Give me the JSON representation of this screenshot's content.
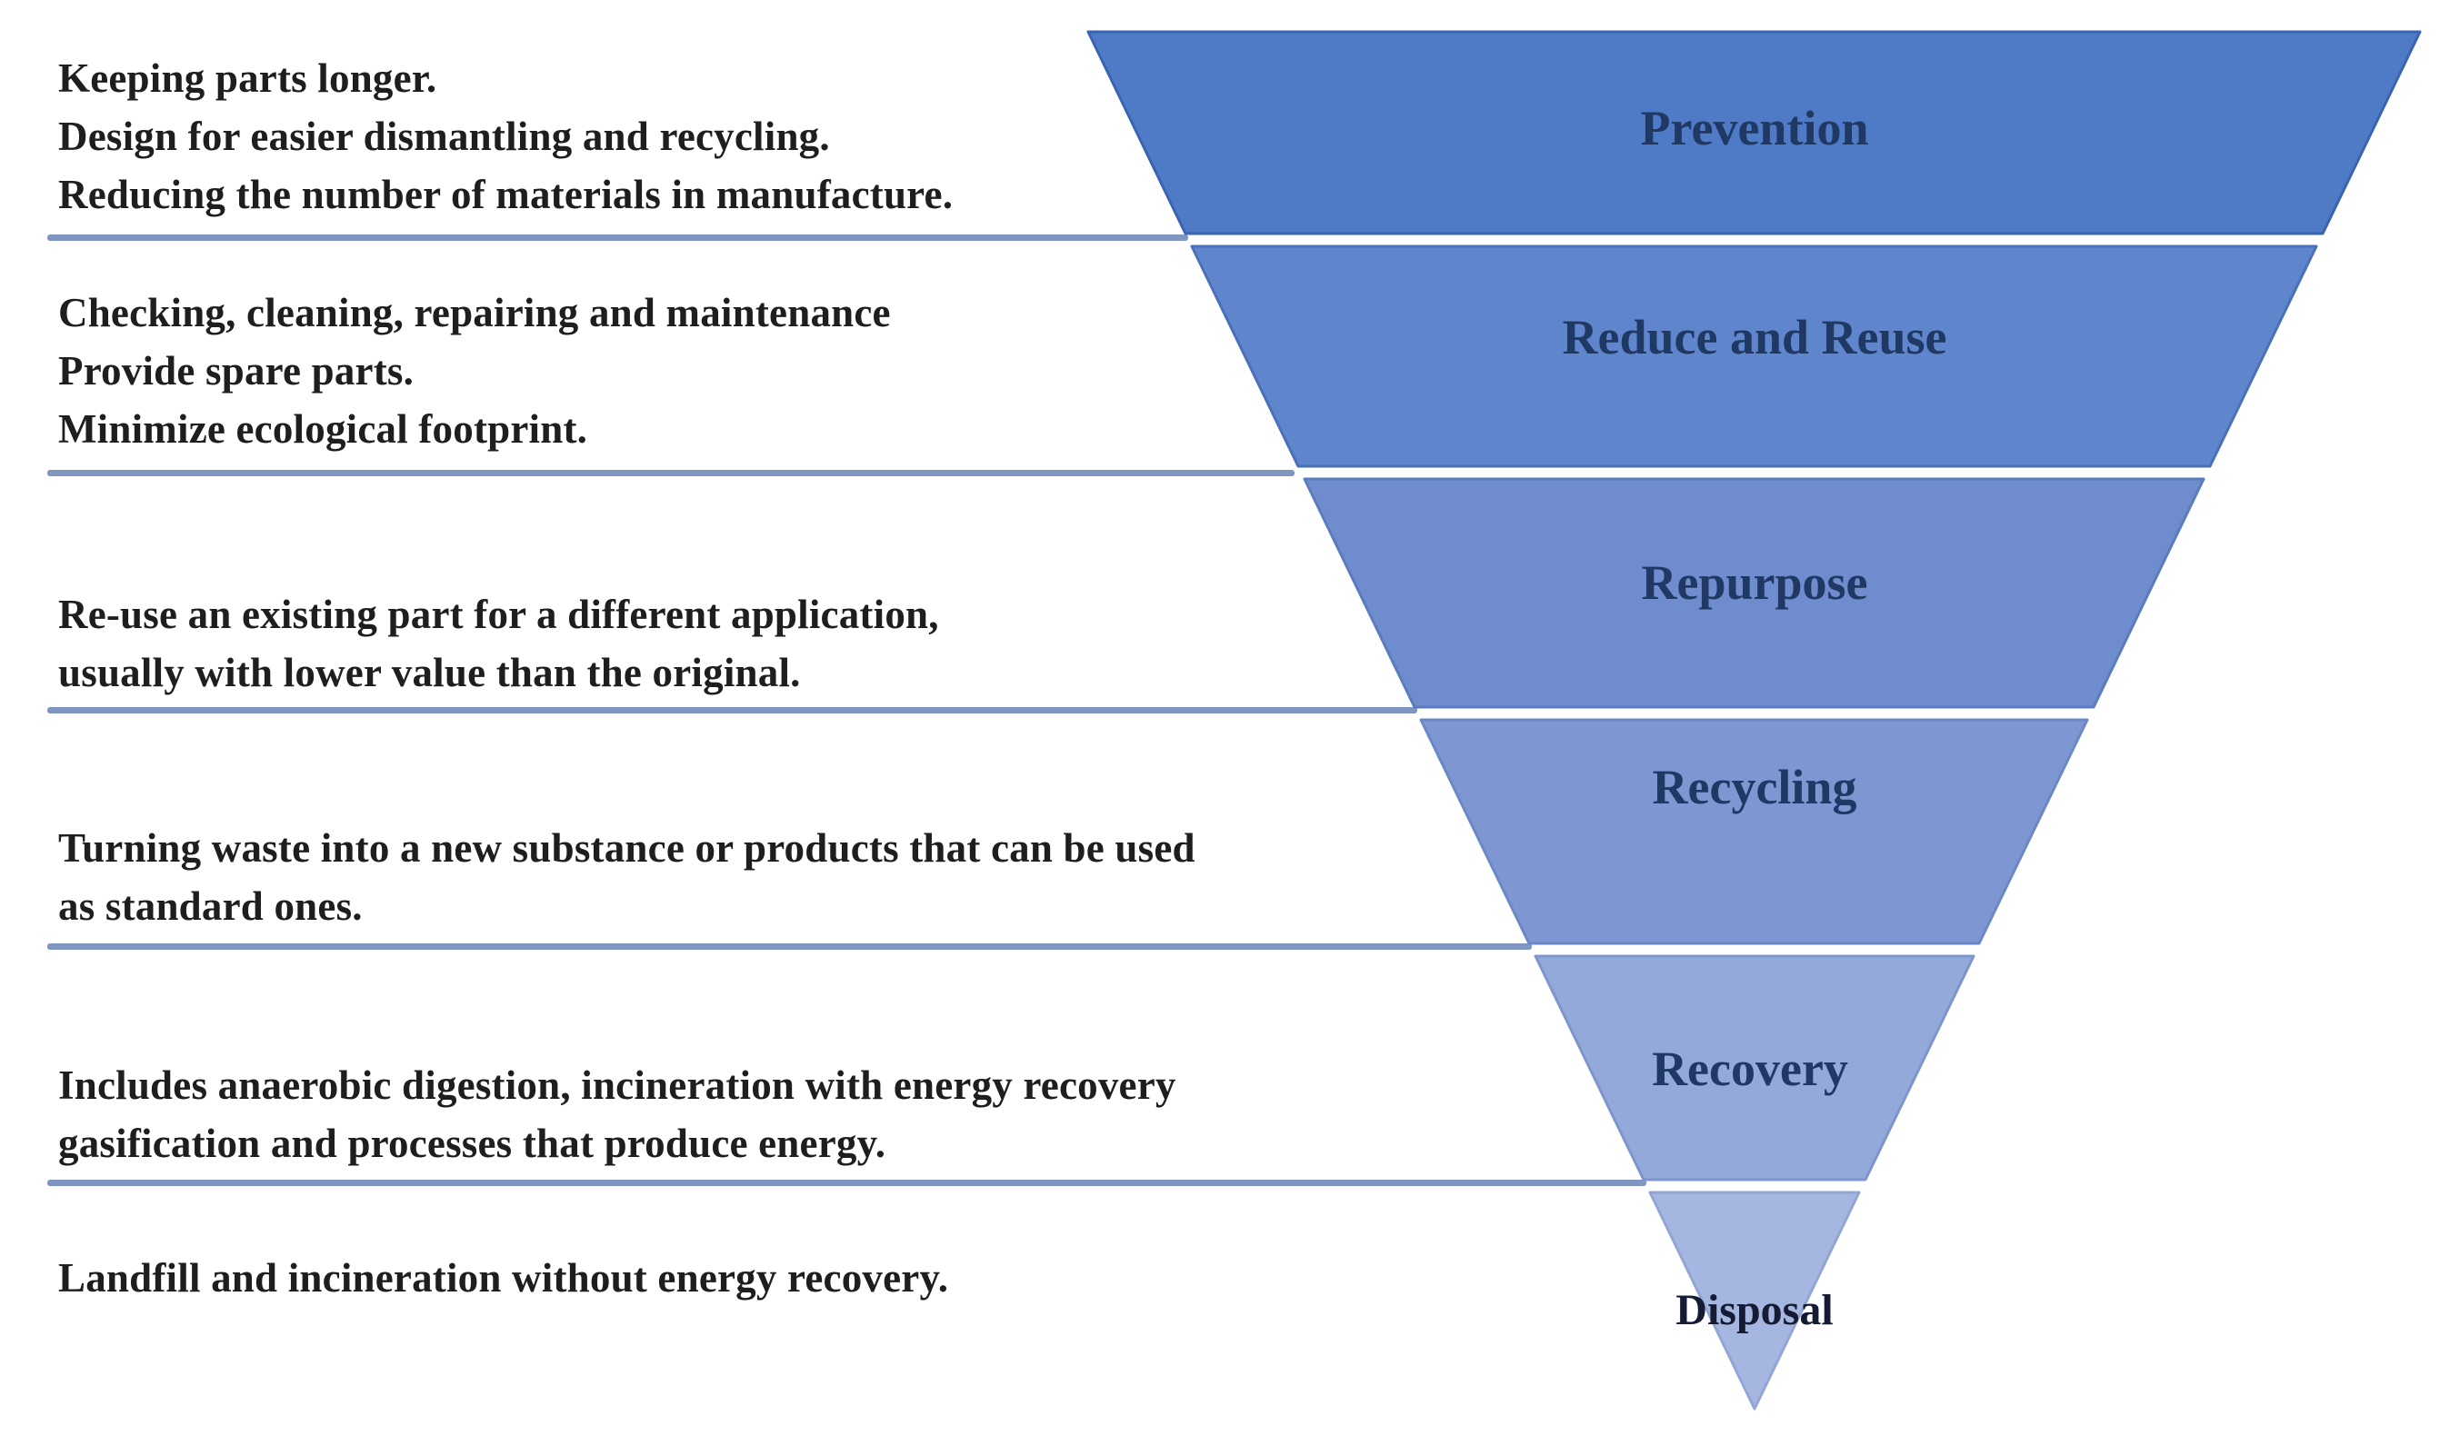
{
  "diagram": {
    "title": "Waste hierarchy inverted pyramid",
    "background_color": "#ffffff",
    "left_text_color": "#1e1e1e",
    "separator_color": "#8195c1",
    "label_color": "#1f3864",
    "disposal_label_color": "#141b33",
    "levels": [
      {
        "label": "Prevention",
        "fill": "#4f7ac6",
        "border": "#3a64b0",
        "description_lines": [
          "Keeping parts longer.",
          "Design for easier dismantling and recycling.",
          "Reducing the number of materials in manufacture."
        ]
      },
      {
        "label": "Reduce and Reuse",
        "fill": "#5f86cd",
        "border": "#4a70b7",
        "description_lines": [
          "Checking, cleaning, repairing and maintenance",
          "Provide spare parts.",
          "Minimize ecological footprint."
        ]
      },
      {
        "label": "Repurpose",
        "fill": "#6e8cce",
        "border": "#5a7cbd",
        "description_lines": [
          "Re-use an existing part for a different application,",
          "usually with lower value than the original."
        ]
      },
      {
        "label": "Recycling",
        "fill": "#7e97d2",
        "border": "#6a88c3",
        "description_lines": [
          "Turning waste into a new substance or products that can be used",
          "as standard ones."
        ]
      },
      {
        "label": "Recovery",
        "fill": "#93a9da",
        "border": "#7e95cc",
        "description_lines": [
          "Includes anaerobic digestion, incineration with energy recovery",
          "gasification and processes that produce energy."
        ]
      },
      {
        "label": "Disposal",
        "fill": "#a5b6e0",
        "border": "#92a5d5",
        "description_lines": [
          "Landfill and incineration without energy recovery."
        ]
      }
    ]
  }
}
